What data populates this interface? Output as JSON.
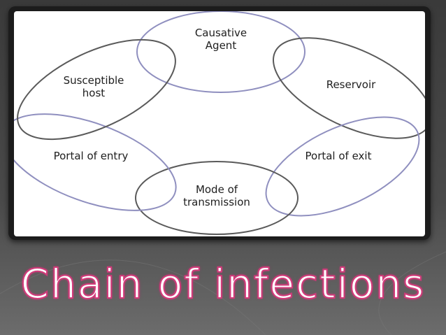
{
  "diagram": {
    "nodes": [
      {
        "id": "causative",
        "label": "Causative\nAgent"
      },
      {
        "id": "reservoir",
        "label": "Reservoir"
      },
      {
        "id": "exit",
        "label": "Portal of exit"
      },
      {
        "id": "mode",
        "label": "Mode of\ntransmission"
      },
      {
        "id": "entry",
        "label": "Portal of entry"
      },
      {
        "id": "host",
        "label": "Susceptible\nhost"
      }
    ],
    "colors": {
      "ellipse_blue": "#8f8fbf",
      "ellipse_dark": "#5a5a5a",
      "label": "#202020"
    }
  },
  "slide": {
    "title": "Chain of infections",
    "title_color": "#ffffff",
    "title_outline": "#d23a7a",
    "background": "#4a4a4a"
  }
}
